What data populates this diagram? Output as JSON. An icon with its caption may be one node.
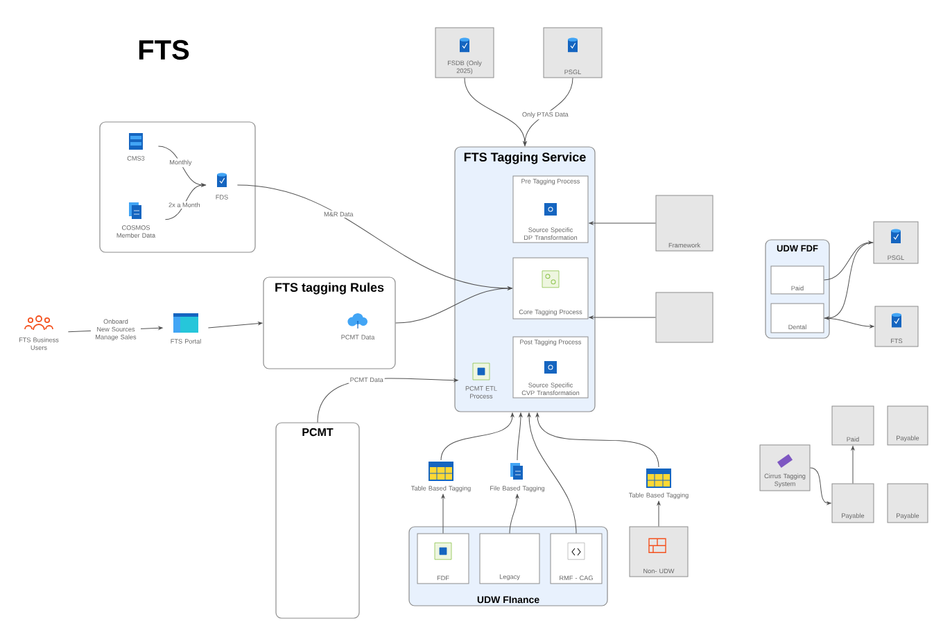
{
  "diagram": {
    "title": "FTS",
    "nodes": [
      {
        "text": [],
        "shape": "box"
      },
      {
        "text": [
          "CMS3"
        ],
        "in": 0
      },
      {
        "text": [
          "COSMOS Member Data"
        ],
        "in": 0
      },
      {
        "text": [
          "FDS"
        ],
        "in": 0
      },
      {
        "text": [
          "FTS Business Users"
        ]
      },
      {
        "text": [
          "FTS Portal"
        ]
      },
      {
        "text": [
          "FTS tagging Rules"
        ]
      },
      {
        "text": [
          "PCMT Data"
        ],
        "in": 6
      },
      {
        "text": [
          "FTS Tagging Service"
        ]
      },
      {
        "text": [
          "Pre Tagging Process",
          "Source Specific DP Transformation"
        ],
        "in": 8
      },
      {
        "text": [
          "Core Tagging Process"
        ],
        "in": 8
      },
      {
        "text": [
          "Post Tagging Process",
          "Source Specific CVP Transformation"
        ],
        "in": 8
      },
      {
        "text": [
          "PCMT ETL Process"
        ],
        "in": 8
      },
      {
        "text": [
          "FSDB (Only 2025)"
        ]
      },
      {
        "text": [
          "PSGL"
        ]
      },
      {
        "text": [
          "Framework"
        ]
      },
      {
        "text": [],
        "shape": "box"
      },
      {
        "text": [
          "UDW FDF"
        ]
      },
      {
        "text": [
          "Paid"
        ],
        "in": 17
      },
      {
        "text": [
          "Dental"
        ],
        "in": 17
      },
      {
        "text": [
          "PSGL"
        ]
      },
      {
        "text": [
          "FTS"
        ]
      },
      {
        "text": [
          "PCMT"
        ]
      },
      {
        "text": [
          "Table Based Tagging"
        ]
      },
      {
        "text": [
          "File Based Tagging"
        ]
      },
      {
        "text": [
          "Table Based Tagging"
        ]
      },
      {
        "text": [
          "UDW FInance"
        ]
      },
      {
        "text": [
          "FDF"
        ],
        "in": 26
      },
      {
        "text": [
          "Legacy"
        ],
        "in": 26
      },
      {
        "text": [
          "RMF - CAG"
        ],
        "in": 26
      },
      {
        "text": [
          "Non- UDW"
        ]
      },
      {
        "text": [
          "Cirrus Tagging System"
        ]
      },
      {
        "text": [
          "Paid"
        ]
      },
      {
        "text": [
          "Payable"
        ]
      },
      {
        "text": [
          "Payable"
        ]
      },
      {
        "text": [
          "Payable"
        ]
      }
    ],
    "edges": [
      {
        "from": 1,
        "to": 3,
        "arrow": "to",
        "label": "Monthly"
      },
      {
        "from": 2,
        "to": 3,
        "arrow": "to",
        "label": "2x a Month"
      },
      {
        "from": 3,
        "to": 10,
        "arrow": "to",
        "label": "M&R Data"
      },
      {
        "from": 4,
        "to": 5,
        "arrow": "to",
        "label": "Onboard New Sources Manage Sales"
      },
      {
        "from": 5,
        "to": 6,
        "arrow": "to"
      },
      {
        "from": 6,
        "to": 10,
        "arrow": "to"
      },
      {
        "from": 13,
        "to": 8,
        "arrow": "to"
      },
      {
        "from": 14,
        "to": 8,
        "arrow": "to",
        "label": "Only PTAS Data"
      },
      {
        "from": 15,
        "to": 9,
        "arrow": "to"
      },
      {
        "from": 16,
        "to": 10,
        "arrow": "to"
      },
      {
        "from": 22,
        "to": 12,
        "arrow": "to",
        "label": "PCMT Data"
      },
      {
        "from": 18,
        "to": 20,
        "arrow": "to"
      },
      {
        "from": 20,
        "to": 19,
        "arrow": "to"
      },
      {
        "from": 19,
        "to": 21,
        "arrow": "to"
      },
      {
        "from": 23,
        "to": 8,
        "arrow": "to"
      },
      {
        "from": 24,
        "to": 8,
        "arrow": "to"
      },
      {
        "from": 29,
        "to": 8,
        "arrow": "to"
      },
      {
        "from": 25,
        "to": 8,
        "arrow": "to"
      },
      {
        "from": 27,
        "to": 23,
        "arrow": "to"
      },
      {
        "from": 28,
        "to": 24,
        "arrow": "to"
      },
      {
        "from": 30,
        "to": 25,
        "arrow": "to"
      },
      {
        "from": 31,
        "to": 34,
        "arrow": "to"
      },
      {
        "from": 34,
        "to": 32,
        "arrow": "to"
      }
    ]
  }
}
